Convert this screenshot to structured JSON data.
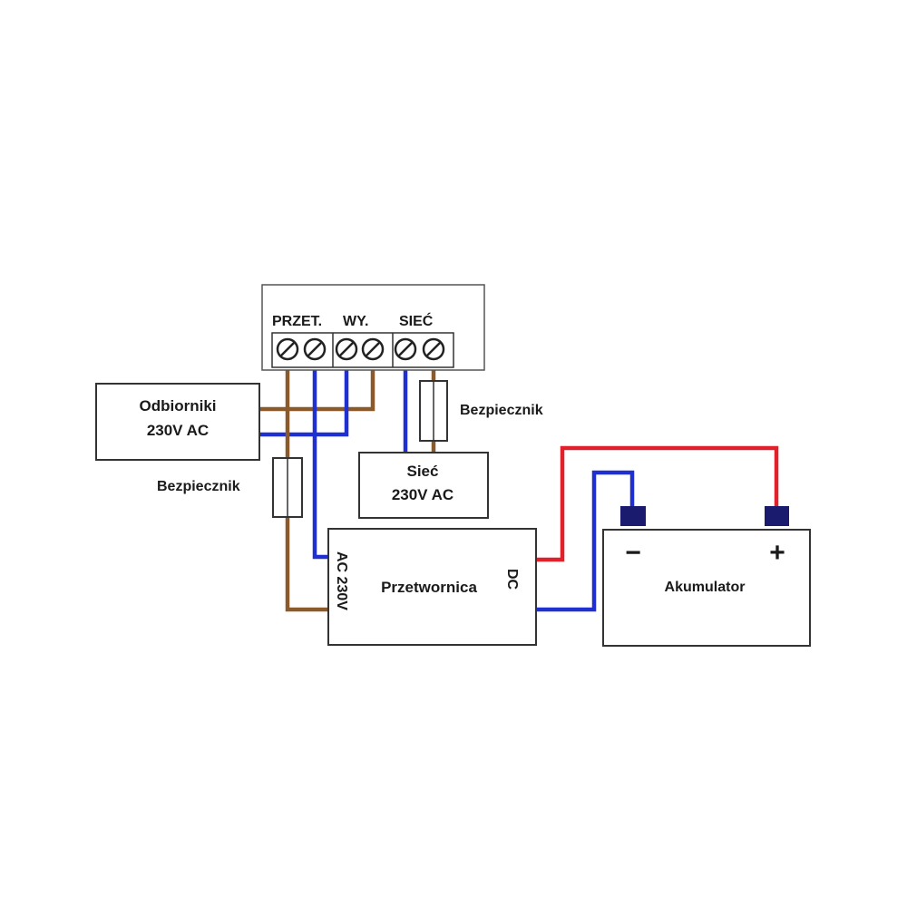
{
  "terminal_block": {
    "labels": {
      "przet": "PRZET.",
      "wy": "WY.",
      "siec": "SIEĆ"
    }
  },
  "loads": {
    "line1": "Odbiorniki",
    "line2": "230V AC"
  },
  "mains": {
    "line1": "Sieć",
    "line2": "230V AC"
  },
  "fuse_top": {
    "label": "Bezpiecznik"
  },
  "fuse_left": {
    "label": "Bezpiecznik"
  },
  "converter": {
    "title": "Przetwornica",
    "ac_label": "AC 230V",
    "dc_label": "DC"
  },
  "battery": {
    "title": "Akumulator",
    "minus": "−",
    "plus": "+"
  },
  "colors": {
    "brown_wire": "#8B5A2B",
    "blue_wire": "#1f2fd0",
    "red_wire": "#e0202a",
    "terminal_post": "#1a1a6e"
  }
}
